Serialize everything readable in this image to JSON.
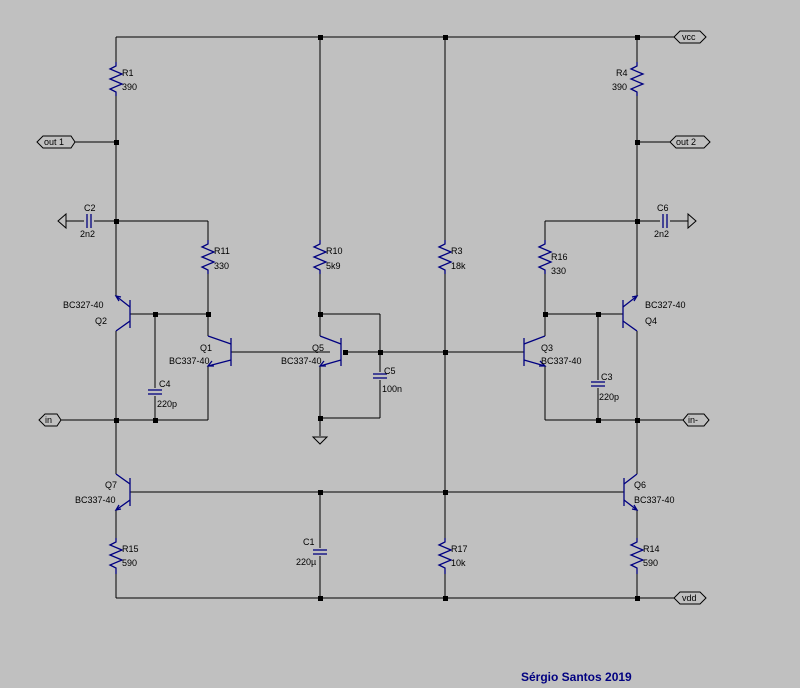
{
  "schematic": {
    "nets": {
      "vcc": "vcc",
      "vdd": "vdd",
      "out1": "out 1",
      "out2": "out 2",
      "in_pos": "in",
      "in_neg": "in-"
    },
    "resistors": [
      {
        "ref": "R1",
        "value": "390"
      },
      {
        "ref": "R4",
        "value": "390"
      },
      {
        "ref": "R11",
        "value": "330"
      },
      {
        "ref": "R10",
        "value": "5k9"
      },
      {
        "ref": "R3",
        "value": "18k"
      },
      {
        "ref": "R16",
        "value": "330"
      },
      {
        "ref": "R15",
        "value": "590"
      },
      {
        "ref": "R17",
        "value": "10k"
      },
      {
        "ref": "R14",
        "value": "590"
      }
    ],
    "capacitors": [
      {
        "ref": "C2",
        "value": "2n2"
      },
      {
        "ref": "C6",
        "value": "2n2"
      },
      {
        "ref": "C4",
        "value": "220p"
      },
      {
        "ref": "C5",
        "value": "100n"
      },
      {
        "ref": "C3",
        "value": "220p"
      },
      {
        "ref": "C1",
        "value": "220µ"
      }
    ],
    "transistors": [
      {
        "ref": "Q2",
        "model": "BC327-40"
      },
      {
        "ref": "Q1",
        "model": "BC337-40"
      },
      {
        "ref": "Q5",
        "model": "BC337-40"
      },
      {
        "ref": "Q3",
        "model": "BC337-40"
      },
      {
        "ref": "Q4",
        "model": "BC327-40"
      },
      {
        "ref": "Q7",
        "model": "BC337-40"
      },
      {
        "ref": "Q6",
        "model": "BC337-40"
      }
    ],
    "author": "Sérgio Santos 2019"
  }
}
